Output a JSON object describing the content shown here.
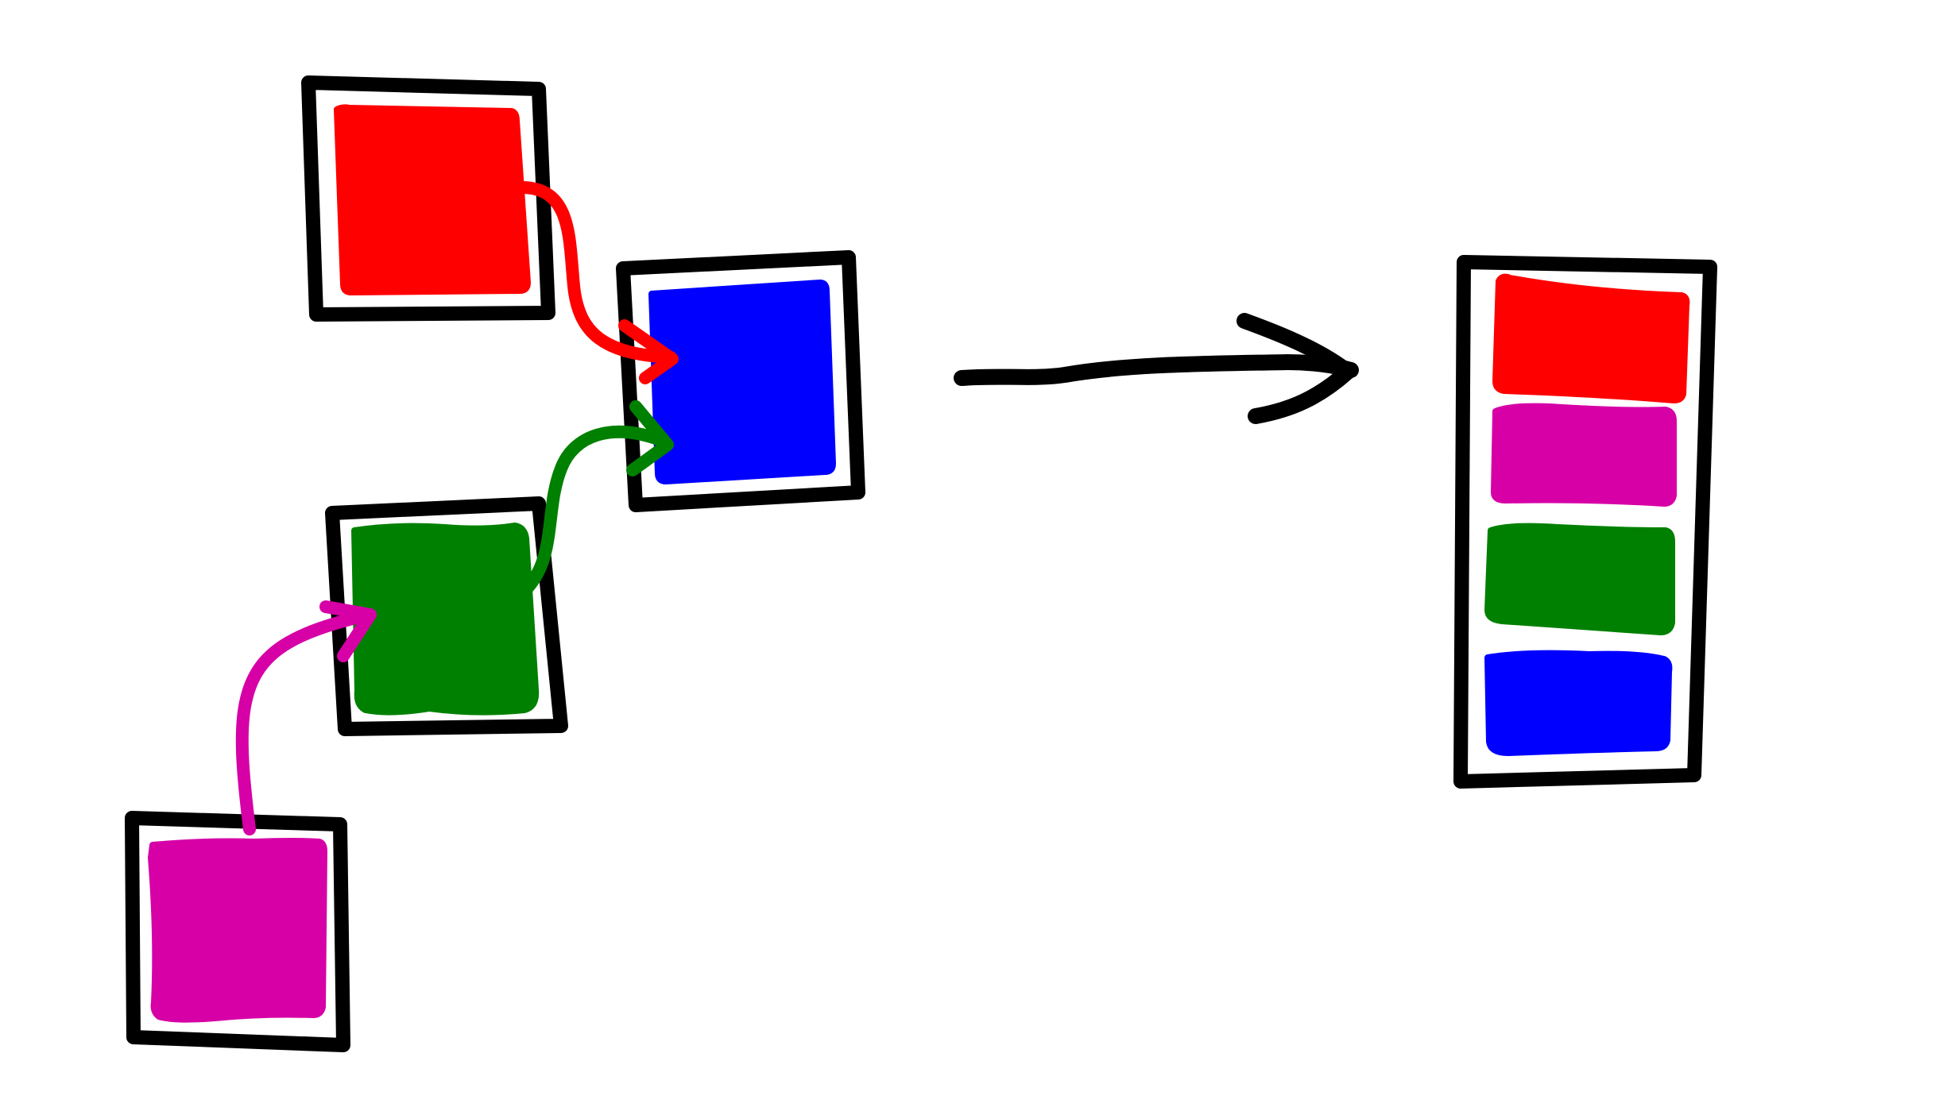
{
  "colors": {
    "background": "#ffffff",
    "outline": "#000000",
    "red": "#ff0000",
    "blue": "#0000ff",
    "green": "#008000",
    "magenta": "#d600a6"
  },
  "left_group": {
    "blocks": [
      {
        "id": "red",
        "color": "#ff0000"
      },
      {
        "id": "blue",
        "color": "#0000ff"
      },
      {
        "id": "green",
        "color": "#008000"
      },
      {
        "id": "magenta",
        "color": "#d600a6"
      }
    ],
    "connections": [
      {
        "from": "red",
        "to": "blue",
        "color": "#ff0000"
      },
      {
        "from": "green",
        "to": "blue",
        "color": "#008000"
      },
      {
        "from": "magenta",
        "to": "green",
        "color": "#d600a6"
      }
    ]
  },
  "transition_arrow": {
    "direction": "right",
    "color": "#000000"
  },
  "right_group": {
    "stack_order": [
      "red",
      "magenta",
      "green",
      "blue"
    ]
  }
}
